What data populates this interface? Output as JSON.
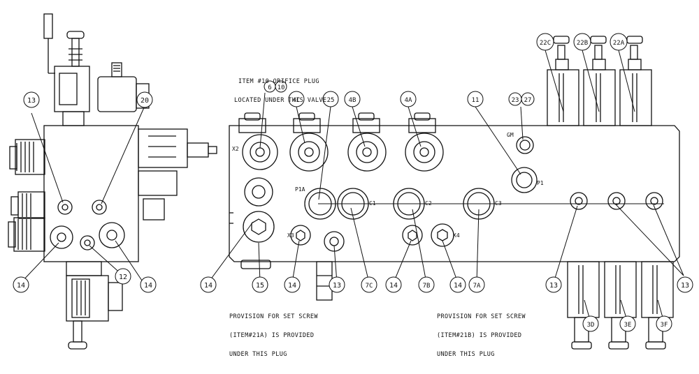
{
  "notes": {
    "orifice_note_line1": "ITEM #10 ORIFICE PLUG",
    "orifice_note_line2": "LOCATED UNDER THIS VALVE",
    "setscrew_a_line1": "PROVISION FOR SET SCREW",
    "setscrew_a_line2": "(ITEM#21A) IS PROVIDED",
    "setscrew_a_line3": "UNDER THIS PLUG",
    "setscrew_b_line1": "PROVISION FOR SET SCREW",
    "setscrew_b_line2": "(ITEM#21B) IS PROVIDED",
    "setscrew_b_line3": "UNDER THIS PLUG"
  },
  "port_labels": {
    "x2": "X2",
    "p1a": "P1A",
    "c1": "C1",
    "c2": "C2",
    "c3": "C3",
    "x3": "X3",
    "x4": "X4",
    "gm": "GM",
    "p1": "P1"
  },
  "balloons": {
    "b_13_left": "13",
    "b_20": "20",
    "b_14_left_a": "14",
    "b_12": "12",
    "b_14_left_b": "14",
    "b_6": "6",
    "b_10": "10",
    "b_4c": "4C",
    "b_25": "25",
    "b_4b": "4B",
    "b_4a": "4A",
    "b_11": "11",
    "b_23": "23",
    "b_27": "27",
    "b_22c": "22C",
    "b_22b": "22B",
    "b_22a": "22A",
    "b_14_a": "14",
    "b_15": "15",
    "b_14_b": "14",
    "b_13_mid": "13",
    "b_7c": "7C",
    "b_14_c": "14",
    "b_7b": "7B",
    "b_14_d": "14",
    "b_7a": "7A",
    "b_13_right_a": "13",
    "b_13_right_b": "13",
    "b_3d": "3D",
    "b_3e": "3E",
    "b_3f": "3F"
  }
}
